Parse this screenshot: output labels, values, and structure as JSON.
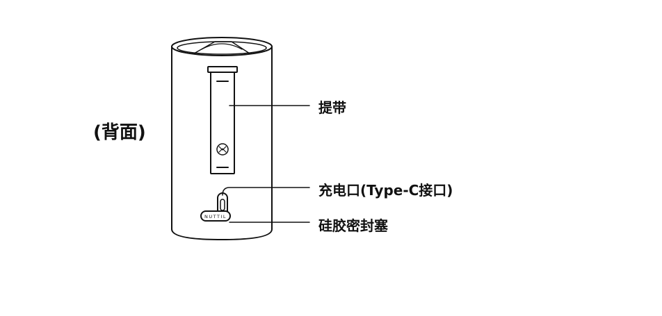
{
  "view_label": "(背面)",
  "device": {
    "logo_text": "NUTTIL"
  },
  "callouts": {
    "strap": "提带",
    "charging_port": "充电口(Type-C接口)",
    "silicone_plug": "硅胶密封塞"
  }
}
